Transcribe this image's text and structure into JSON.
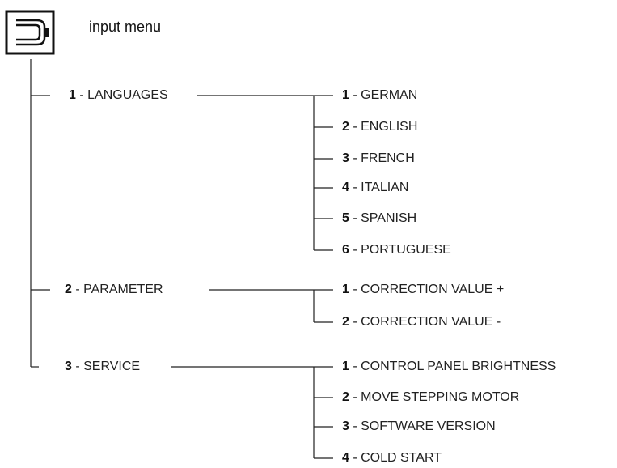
{
  "header": {
    "icon": "input-menu-icon",
    "title": "input menu"
  },
  "menu": [
    {
      "num": "1",
      "label": "LANGUAGES",
      "children": [
        {
          "num": "1",
          "label": "GERMAN"
        },
        {
          "num": "2",
          "label": "ENGLISH"
        },
        {
          "num": "3",
          "label": "FRENCH"
        },
        {
          "num": "4",
          "label": "ITALIAN"
        },
        {
          "num": "5",
          "label": "SPANISH"
        },
        {
          "num": "6",
          "label": "PORTUGUESE"
        }
      ]
    },
    {
      "num": "2",
      "label": "PARAMETER",
      "children": [
        {
          "num": "1",
          "label": "CORRECTION VALUE +"
        },
        {
          "num": "2",
          "label": "CORRECTION VALUE -"
        }
      ]
    },
    {
      "num": "3",
      "label": "SERVICE",
      "children": [
        {
          "num": "1",
          "label": "CONTROL PANEL BRIGHTNESS"
        },
        {
          "num": "2",
          "label": "MOVE STEPPING MOTOR"
        },
        {
          "num": "3",
          "label": "SOFTWARE VERSION"
        },
        {
          "num": "4",
          "label": "COLD START"
        }
      ]
    }
  ]
}
